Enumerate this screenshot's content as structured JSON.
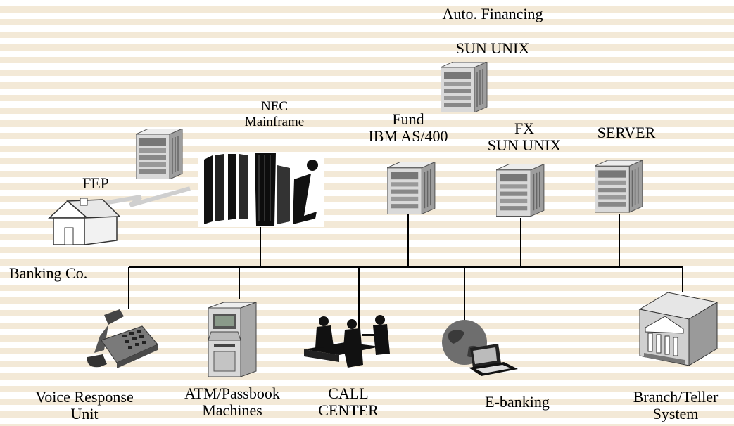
{
  "nodes": {
    "auto_financing": {
      "line1": "Auto. Financing",
      "line2": "SUN UNIX"
    },
    "nec": {
      "line1": "NEC",
      "line2": "Mainframe"
    },
    "fund": {
      "line1": "Fund",
      "line2": "IBM AS/400"
    },
    "fx": {
      "line1": "FX",
      "line2": "SUN UNIX"
    },
    "server": {
      "line1": "SERVER"
    },
    "fep": {
      "line1": "FEP"
    },
    "banking": {
      "line1": "Banking Co."
    },
    "voice": {
      "line1": "Voice Response",
      "line2": "Unit"
    },
    "atm": {
      "line1": "ATM/Passbook",
      "line2": "Machines"
    },
    "call": {
      "line1": "CALL",
      "line2": "CENTER"
    },
    "ebanking": {
      "line1": "E-banking"
    },
    "branch": {
      "line1": "Branch/Teller",
      "line2": "System"
    }
  }
}
